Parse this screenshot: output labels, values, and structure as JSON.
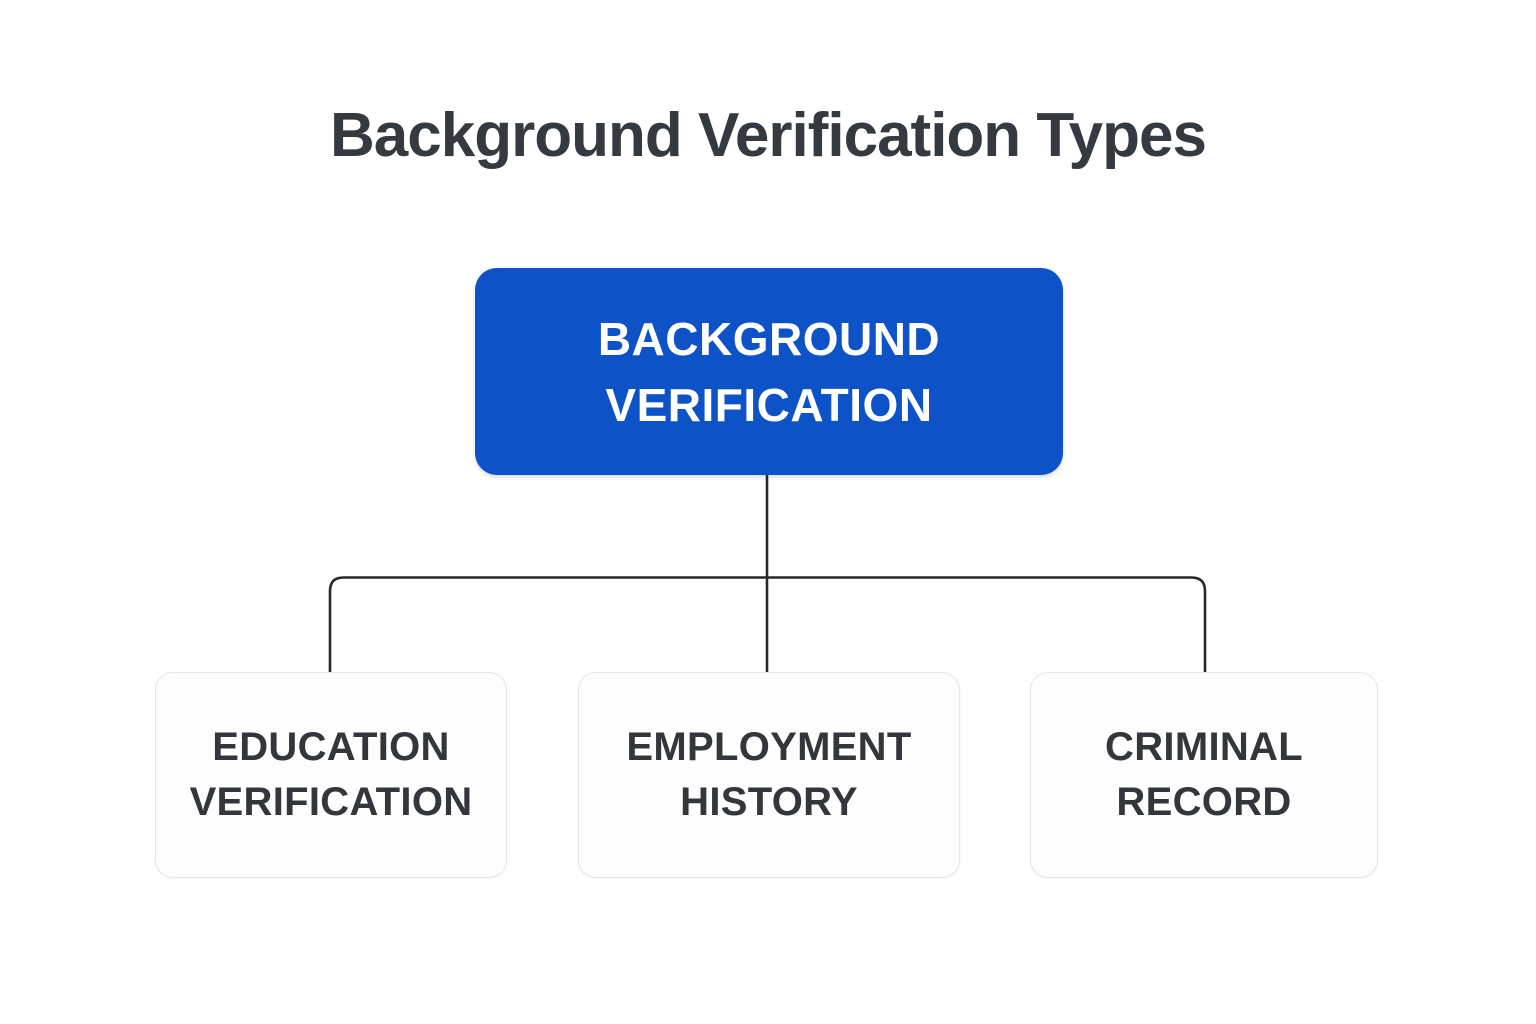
{
  "title": "Background Verification Types",
  "diagram": {
    "root": {
      "label": "BACKGROUND\nVERIFICATION"
    },
    "children": [
      {
        "label": "EDUCATION\nVERIFICATION"
      },
      {
        "label": "EMPLOYMENT\nHISTORY"
      },
      {
        "label": "CRIMINAL\nRECORD"
      }
    ],
    "colors": {
      "root_fill": "#0d53c7",
      "root_text": "#ffffff",
      "child_fill": "#fdfdfd",
      "child_border": "#e4e5e8",
      "child_text": "#33373c",
      "connector_line": "#26292d",
      "title_text": "#343a40",
      "background": "#ffffff"
    }
  }
}
